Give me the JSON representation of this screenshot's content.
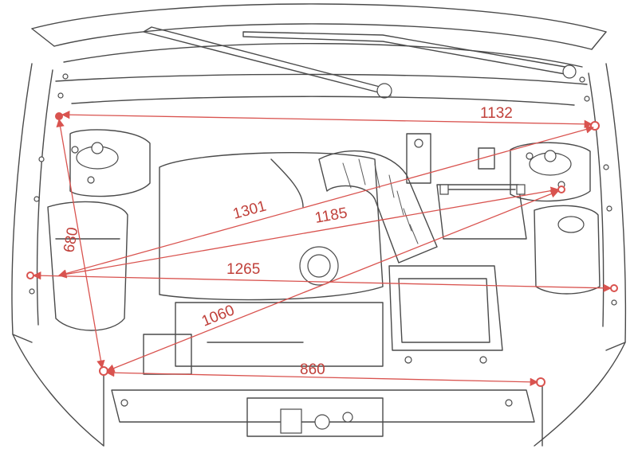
{
  "colors": {
    "line": "#4a4a4a",
    "dimension": "#d9534f",
    "label": "#c0403a"
  },
  "dimensions": [
    {
      "id": "dim-1132",
      "label": "1132"
    },
    {
      "id": "dim-1301",
      "label": "1301"
    },
    {
      "id": "dim-1185",
      "label": "1185"
    },
    {
      "id": "dim-680",
      "label": "680"
    },
    {
      "id": "dim-1265",
      "label": "1265"
    },
    {
      "id": "dim-1060",
      "label": "1060"
    },
    {
      "id": "dim-860",
      "label": "860"
    }
  ]
}
